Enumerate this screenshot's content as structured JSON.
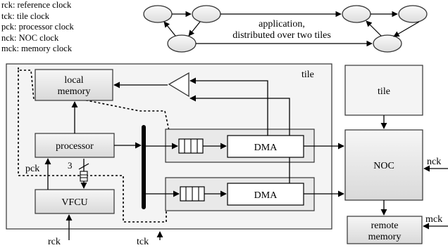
{
  "legend": [
    "rck: reference clock",
    "tck: tile clock",
    "pck: processor clock",
    "nck: NOC clock",
    "mck: memory clock"
  ],
  "app": {
    "label_line1": "application,",
    "label_line2": "distributed over two tiles"
  },
  "blocks": {
    "tile_label": "tile",
    "local_memory_line1": "local",
    "local_memory_line2": "memory",
    "processor": "processor",
    "vfcu": "VFCU",
    "dma_top": "DMA",
    "dma_bottom": "DMA",
    "external_tile": "tile",
    "noc": "NOC",
    "remote_memory_line1": "remote",
    "remote_memory_line2": "memory"
  },
  "signals": {
    "pck": "pck",
    "rck": "rck",
    "tck": "tck",
    "nck": "nck",
    "mck": "mck",
    "bus_width": "3"
  },
  "colors": {
    "tile_fill": "#f4f4f4",
    "block_fill": "#e8e8e8",
    "block_stroke": "#333333"
  }
}
